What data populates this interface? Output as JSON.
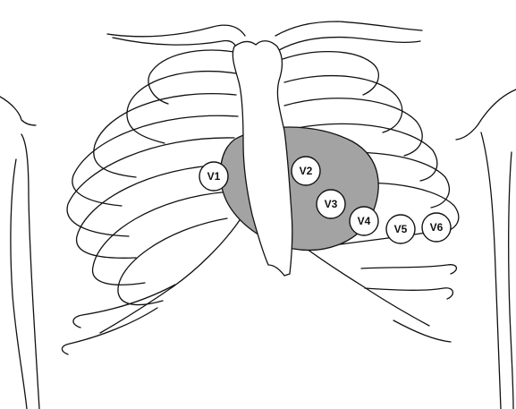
{
  "diagram": {
    "colors": {
      "heart_fill": "#a3a3a3",
      "line": "#111111",
      "background": "#ffffff"
    },
    "electrodes": [
      {
        "label": "V1"
      },
      {
        "label": "V2"
      },
      {
        "label": "V3"
      },
      {
        "label": "V4"
      },
      {
        "label": "V5"
      },
      {
        "label": "V6"
      }
    ]
  }
}
